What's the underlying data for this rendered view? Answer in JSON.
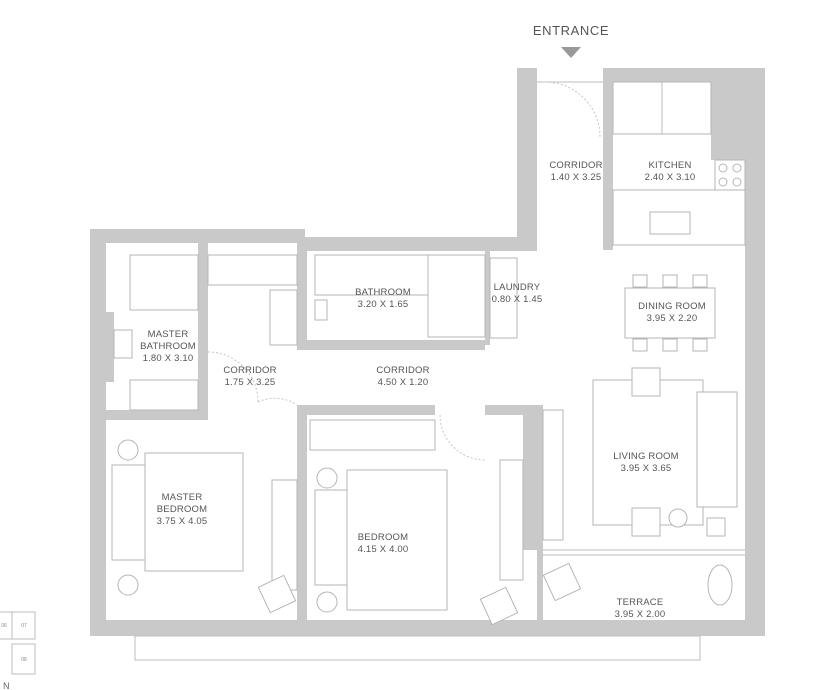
{
  "entrance_label": "ENTRANCE",
  "rooms": [
    {
      "name": "CORRIDOR",
      "size": "1.40 X 3.25"
    },
    {
      "name": "KITCHEN",
      "size": "2.40 X 3.10"
    },
    {
      "name": "BATHROOM",
      "size": "3.20 X 1.65"
    },
    {
      "name": "LAUNDRY",
      "size": "0.80 X 1.45"
    },
    {
      "name": "DINING ROOM",
      "size": "3.95 X 2.20"
    },
    {
      "name": "MASTER",
      "name2": "BATHROOM",
      "size": "1.80 X 3.10"
    },
    {
      "name": "CORRIDOR",
      "size": "1.75 X 3.25"
    },
    {
      "name": "CORRIDOR",
      "size": "4.50 X 1.20"
    },
    {
      "name": "LIVING ROOM",
      "size": "3.95 X 3.65"
    },
    {
      "name": "MASTER",
      "name2": "BEDROOM",
      "size": "3.75 X 4.05"
    },
    {
      "name": "BEDROOM",
      "size": "4.15 X 4.00"
    },
    {
      "name": "TERRACE",
      "size": "3.95 X 2.00"
    }
  ],
  "key_plan": {
    "units": [
      "06",
      "07",
      "08"
    ],
    "north": "N"
  },
  "colors": {
    "wall": "#c9c9c9",
    "text": "#555555"
  }
}
